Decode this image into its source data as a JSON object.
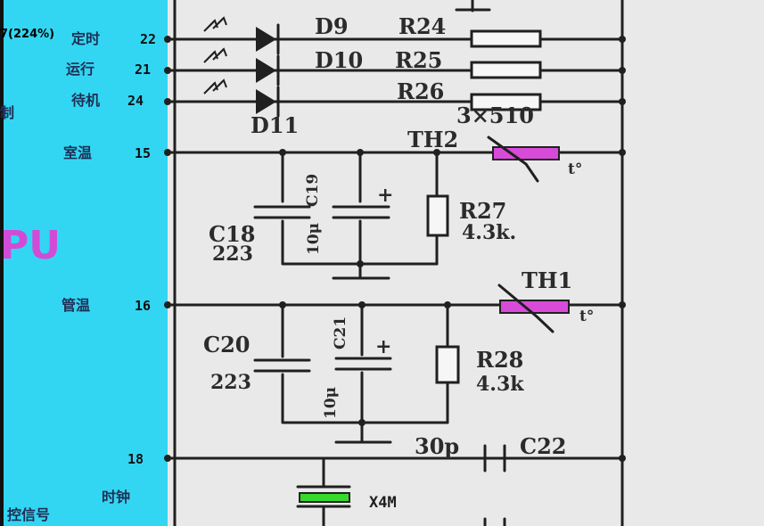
{
  "zoom_indicator": "7(224%)",
  "chip": {
    "label": "PU",
    "edge_label": "制",
    "bottom_label": "控信号",
    "color": "#33d6f2",
    "text_color": "#d24bd6"
  },
  "pins": [
    {
      "label": "定时",
      "num": "22"
    },
    {
      "label": "运行",
      "num": "21"
    },
    {
      "label": "待机",
      "num": "24"
    },
    {
      "label": "室温",
      "num": "15"
    },
    {
      "label": "管温",
      "num": "16"
    },
    {
      "label": "",
      "num": "18"
    },
    {
      "label": "时钟",
      "num": ""
    }
  ],
  "components": {
    "leds": [
      "D9",
      "D10",
      "D11"
    ],
    "resistors_top": [
      "R24",
      "R25",
      "R26"
    ],
    "resistor_note": "3×510",
    "thermistors": [
      "TH2",
      "TH1"
    ],
    "thermistor_symbol": "t°",
    "c18": {
      "ref": "C18",
      "value": "223"
    },
    "c19": {
      "ref": "C19",
      "value": "10μ",
      "plus": "+"
    },
    "r27": {
      "ref": "R27",
      "value": "4.3k."
    },
    "c20": {
      "ref": "C20",
      "value": "223"
    },
    "c21": {
      "ref": "C21",
      "value": "10μ",
      "plus": "+"
    },
    "r28": {
      "ref": "R28",
      "value": "4.3k"
    },
    "c22": {
      "ref": "C22",
      "value": "30p"
    },
    "crystal": "X4M"
  },
  "colors": {
    "thermistor": "#d84bd9",
    "crystal": "#38d82c",
    "wire": "#202020",
    "paper": "#e9e9e9"
  }
}
